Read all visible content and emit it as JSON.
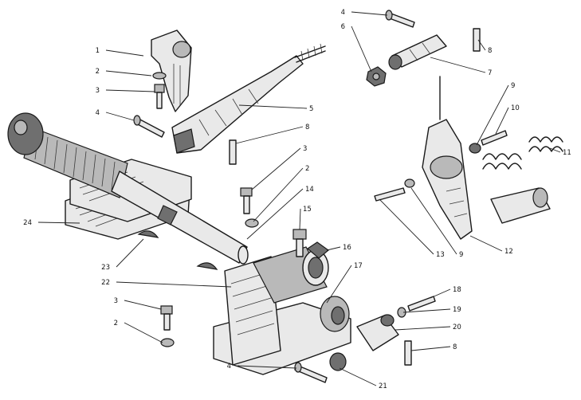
{
  "callouts": [
    {
      "id": "c-1-top",
      "text": "1"
    },
    {
      "id": "c-2-top",
      "text": "2"
    },
    {
      "id": "c-3-top",
      "text": "3"
    },
    {
      "id": "c-4-left",
      "text": "4"
    },
    {
      "id": "c-4-top",
      "text": "4"
    },
    {
      "id": "c-6",
      "text": "6"
    },
    {
      "id": "c-8-top",
      "text": "8"
    },
    {
      "id": "c-7",
      "text": "7"
    },
    {
      "id": "c-5",
      "text": "5"
    },
    {
      "id": "c-8-mid",
      "text": "8"
    },
    {
      "id": "c-3-mid",
      "text": "3"
    },
    {
      "id": "c-2-mid",
      "text": "2"
    },
    {
      "id": "c-14",
      "text": "14"
    },
    {
      "id": "c-9-top",
      "text": "9"
    },
    {
      "id": "c-10",
      "text": "10"
    },
    {
      "id": "c-11",
      "text": "11"
    },
    {
      "id": "c-15",
      "text": "15"
    },
    {
      "id": "c-16",
      "text": "16"
    },
    {
      "id": "c-24",
      "text": "24"
    },
    {
      "id": "c-23",
      "text": "23"
    },
    {
      "id": "c-22",
      "text": "22"
    },
    {
      "id": "c-17",
      "text": "17"
    },
    {
      "id": "c-9-bottom",
      "text": "9"
    },
    {
      "id": "c-12",
      "text": "12"
    },
    {
      "id": "c-13",
      "text": "13"
    },
    {
      "id": "c-18",
      "text": "18"
    },
    {
      "id": "c-19",
      "text": "19"
    },
    {
      "id": "c-20",
      "text": "20"
    },
    {
      "id": "c-8-bottom",
      "text": "8"
    },
    {
      "id": "c-3-bottom",
      "text": "3"
    },
    {
      "id": "c-2-bottom",
      "text": "2"
    },
    {
      "id": "c-4-bottom",
      "text": "4"
    },
    {
      "id": "c-21",
      "text": "21"
    }
  ]
}
